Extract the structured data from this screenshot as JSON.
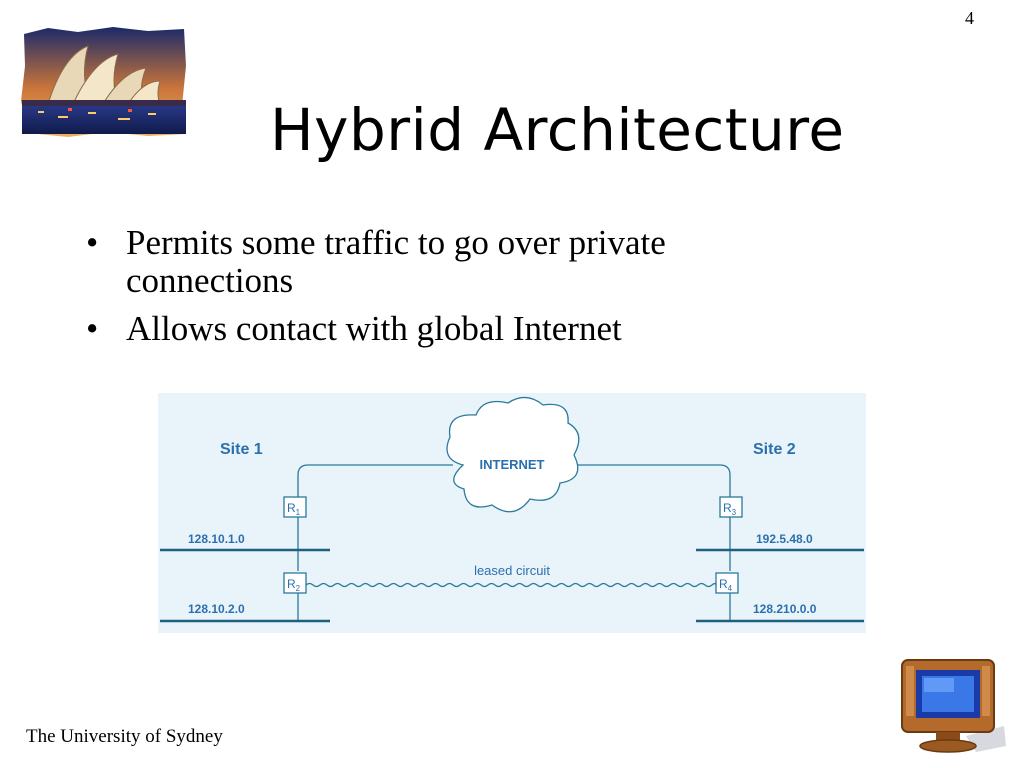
{
  "slide": {
    "page_number": "4",
    "title": "Hybrid Architecture",
    "bullets": [
      {
        "text": "Permits some traffic to go over private connections"
      },
      {
        "text": "Allows contact with global Internet"
      }
    ],
    "footer": "The University of Sydney",
    "bullet_glyph": "•"
  },
  "diagram": {
    "site1_label": "Site 1",
    "site2_label": "Site 2",
    "cloud_label": "INTERNET",
    "circuit_label": "leased circuit",
    "routers": [
      {
        "name": "R",
        "sub": "1"
      },
      {
        "name": "R",
        "sub": "2"
      },
      {
        "name": "R",
        "sub": "3"
      },
      {
        "name": "R",
        "sub": "4"
      }
    ],
    "networks": [
      "128.10.1.0",
      "128.10.2.0",
      "192.5.48.0",
      "128.210.0.0"
    ],
    "colors": {
      "background": "#e9f4fa",
      "lines": "#2a7a9a",
      "labels": "#2c6fae"
    }
  },
  "icons": {
    "logo": "sydney-opera-house-logo",
    "computer": "computer-monitor-icon"
  }
}
